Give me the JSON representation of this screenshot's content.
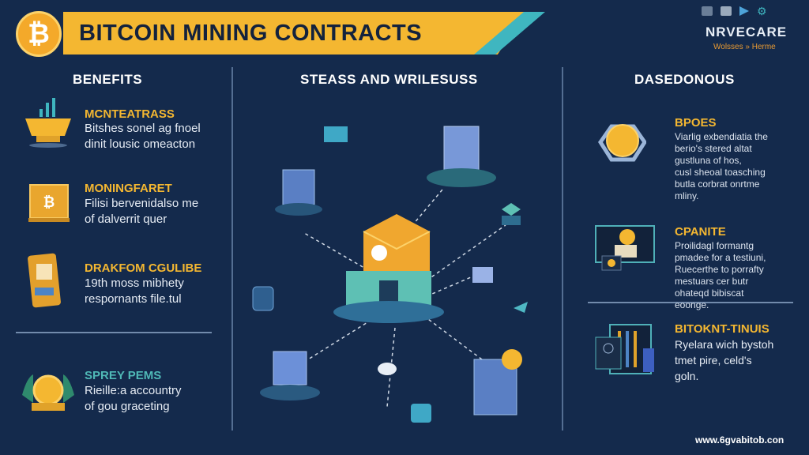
{
  "header": {
    "title": "BITCOIN MINING CONTRACTS",
    "logo_symbol": "₿",
    "brand": "NRVECARE",
    "breadcrumb": "Wolsses » Herme"
  },
  "benefits": {
    "heading": "BENEFITS",
    "items": [
      {
        "title": "MCNTEATRASS",
        "lines": [
          "Bitshes sonel ag fnoel",
          "dinit lousic omeacton"
        ],
        "icon": "mining-cart-icon"
      },
      {
        "title": "MONINGFARET",
        "lines": [
          "Filisi bervenidalso me",
          "of dalverrit quer"
        ],
        "icon": "bitcoin-safe-icon"
      },
      {
        "title": "DRAKFOM CGULIBE",
        "lines": [
          "19th moss mibhety",
          "respornants file.tul"
        ],
        "icon": "phone-wallet-icon"
      },
      {
        "title": "SPREY PEMS",
        "lines": [
          "Rieille:a accountry",
          "of gou graceting"
        ],
        "icon": "coin-trophy-icon"
      }
    ]
  },
  "center": {
    "heading": "STEASS AND WRILESUSS"
  },
  "right": {
    "heading": "DASEDONOUS",
    "items": [
      {
        "title": "BPOES",
        "lines": [
          "Viarlig exbendiatia the",
          "berio's stered altat",
          "gustluna of hos,",
          "cusl sheoal toasching",
          "butla corbrat onrtme",
          "mliny."
        ],
        "icon": "bitcoin-coin-icon"
      },
      {
        "title": "CPANITE",
        "lines": [
          "Proilidagl formantg",
          "pmadee for a testiuni,",
          "Ruecerthe to porrafty",
          "mestuars cer butr",
          "ohateqd bibiscat",
          "eoonge."
        ],
        "icon": "dashboard-screen-icon"
      },
      {
        "title": "BITOKNT-TINUIS",
        "lines": [
          "Ryelara wich bystoh",
          "tmet pire, celd's",
          "goln."
        ],
        "icon": "server-monitor-icon"
      }
    ]
  },
  "footer": {
    "url": "www.6gvabitob.con"
  },
  "colors": {
    "background": "#142a4c",
    "accent": "#f4b731",
    "teal": "#3fb6c0"
  }
}
